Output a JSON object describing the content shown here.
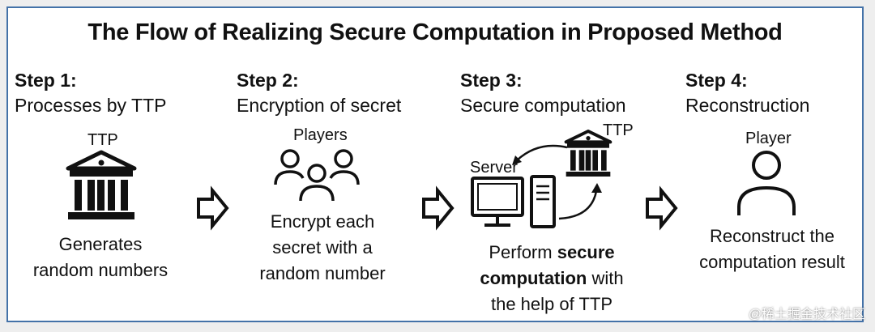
{
  "title": "The Flow of Realizing Secure Computation in Proposed Method",
  "steps": [
    {
      "head": "Step 1:",
      "sub": "Processes by TTP",
      "icon_label": "TTP",
      "desc_lines": [
        "Generates",
        "random numbers"
      ]
    },
    {
      "head": "Step 2:",
      "sub": "Encryption of secret",
      "icon_label": "Players",
      "desc_lines": [
        "Encrypt each",
        "secret with a",
        "random number"
      ]
    },
    {
      "head": "Step 3:",
      "sub": "Secure computation",
      "server_label": "Server",
      "ttp_label": "TTP",
      "desc_line1": "Perform ",
      "desc_bold1": "secure",
      "desc_bold2": "computation",
      "desc_line2_rest": " with",
      "desc_line3": "the help of TTP"
    },
    {
      "head": "Step 4:",
      "sub": "Reconstruction",
      "icon_label": "Player",
      "desc_lines": [
        "Reconstruct the",
        "computation result"
      ]
    }
  ],
  "watermark_footer": "@稀土掘金技术社区",
  "icons": [
    "bank-icon",
    "players-icon",
    "computer-icon",
    "bank-icon",
    "person-icon",
    "arrow-icon"
  ]
}
